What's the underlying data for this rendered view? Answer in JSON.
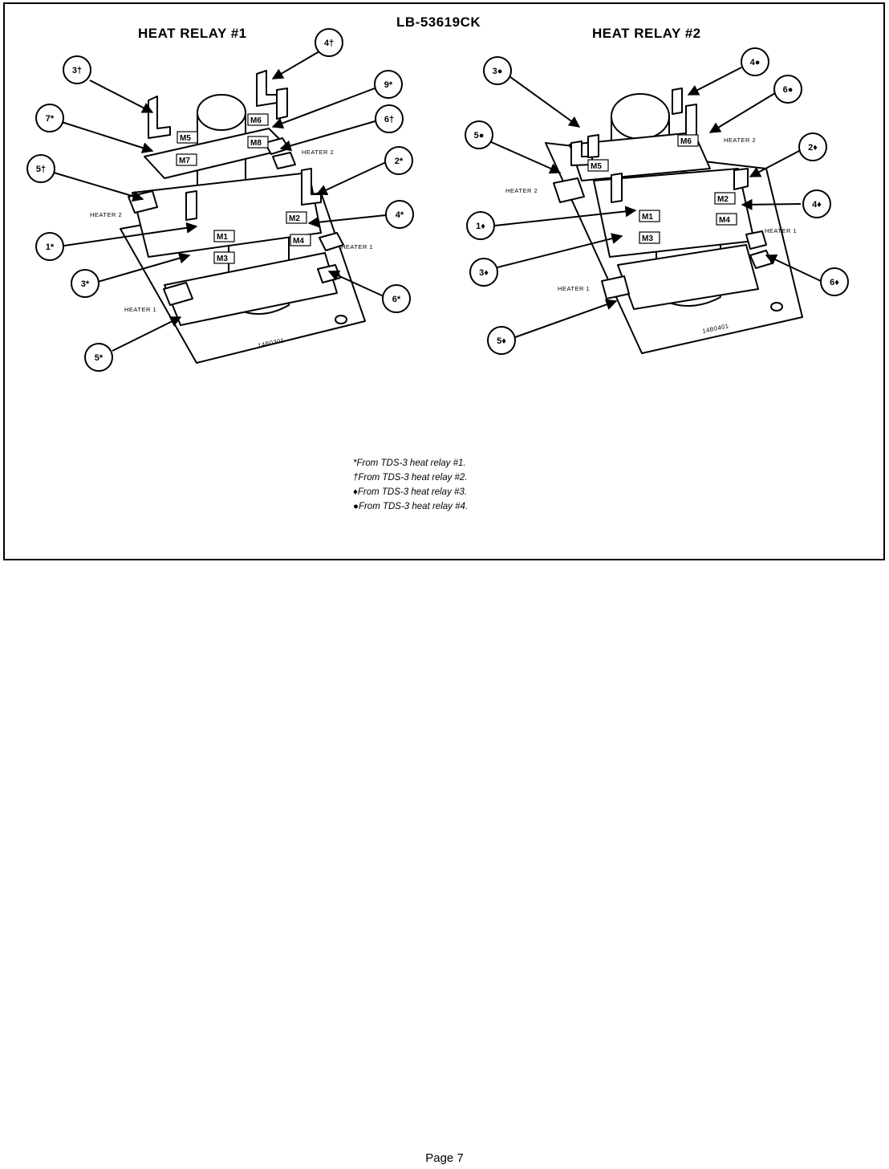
{
  "document_title": "LB-53619CK",
  "relay1": {
    "title": "HEAT RELAY #1",
    "part_number": "14B0301",
    "terminals": {
      "m1": "M1",
      "m2": "M2",
      "m3": "M3",
      "m4": "M4",
      "m5": "M5",
      "m6": "M6",
      "m7": "M7",
      "m8": "M8"
    },
    "heater_labels": {
      "heater1_right": "HEATER 1",
      "heater1_left": "HEATER 1",
      "heater2_left": "HEATER 2",
      "heater2_right": "HEATER 2"
    },
    "callouts": {
      "c3t": "3†",
      "c4t": "4†",
      "c9s": "9*",
      "c7s": "7*",
      "c6t": "6†",
      "c5t": "5†",
      "c2s": "2*",
      "c4s": "4*",
      "c1s": "1*",
      "c3s": "3*",
      "c6s": "6*",
      "c5s": "5*"
    }
  },
  "relay2": {
    "title": "HEAT RELAY #2",
    "part_number": "14B0401",
    "terminals": {
      "m1": "M1",
      "m2": "M2",
      "m3": "M3",
      "m4": "M4",
      "m5": "M5",
      "m6": "M6"
    },
    "heater_labels": {
      "heater2_left": "HEATER 2",
      "heater2_right": "HEATER 2",
      "heater1_right": "HEATER 1",
      "heater1_left": "HEATER 1"
    },
    "callouts": {
      "c3b": "3●",
      "c4b": "4●",
      "c6b": "6●",
      "c5b": "5●",
      "c2d": "2♦",
      "c4d": "4♦",
      "c1d": "1♦",
      "c3d": "3♦",
      "c6d": "6♦",
      "c5d": "5♦"
    }
  },
  "notes": [
    "*From TDS-3 heat relay #1.",
    "†From TDS-3 heat relay #2.",
    "♦From TDS-3 heat relay #3.",
    "●From TDS-3 heat relay #4."
  ],
  "page_label": "Page 7"
}
